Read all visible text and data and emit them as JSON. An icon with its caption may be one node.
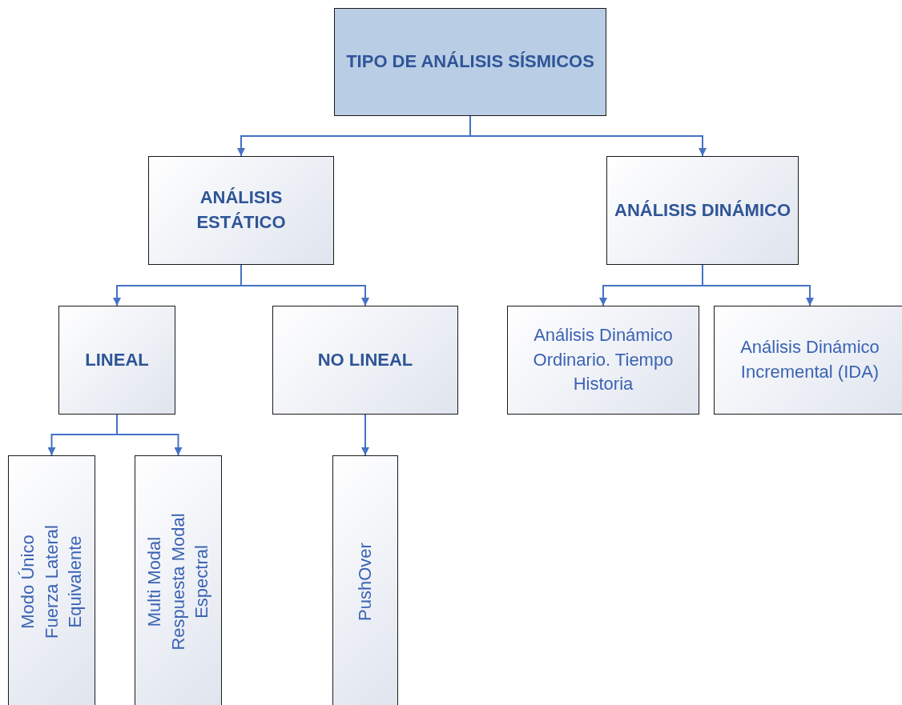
{
  "diagram": {
    "nodes": [
      {
        "text": [
          "TIPO DE ANÁLISIS SÍSMICOS"
        ]
      },
      {
        "text": [
          "ANÁLISIS ESTÁTICO"
        ]
      },
      {
        "text": [
          "ANÁLISIS DINÁMICO"
        ]
      },
      {
        "text": [
          "LINEAL"
        ]
      },
      {
        "text": [
          "NO LINEAL"
        ]
      },
      {
        "text": [
          "Análisis Dinámico Ordinario. Tiempo Historia"
        ]
      },
      {
        "text": [
          "Análisis Dinámico Incremental (IDA)"
        ]
      },
      {
        "text": [
          "Modo Único Fuerza Lateral Equivalente"
        ]
      },
      {
        "text": [
          "Multi Modal Respuesta Modal Espectral"
        ]
      },
      {
        "text": [
          "PushOver"
        ]
      }
    ],
    "edges": [
      {
        "from": 0,
        "to": 1,
        "arrow": "to"
      },
      {
        "from": 0,
        "to": 2,
        "arrow": "to"
      },
      {
        "from": 1,
        "to": 3,
        "arrow": "to"
      },
      {
        "from": 1,
        "to": 4,
        "arrow": "to"
      },
      {
        "from": 2,
        "to": 5,
        "arrow": "to"
      },
      {
        "from": 2,
        "to": 6,
        "arrow": "to"
      },
      {
        "from": 3,
        "to": 7,
        "arrow": "to"
      },
      {
        "from": 3,
        "to": 8,
        "arrow": "to"
      },
      {
        "from": 4,
        "to": 9,
        "arrow": "to"
      }
    ]
  }
}
